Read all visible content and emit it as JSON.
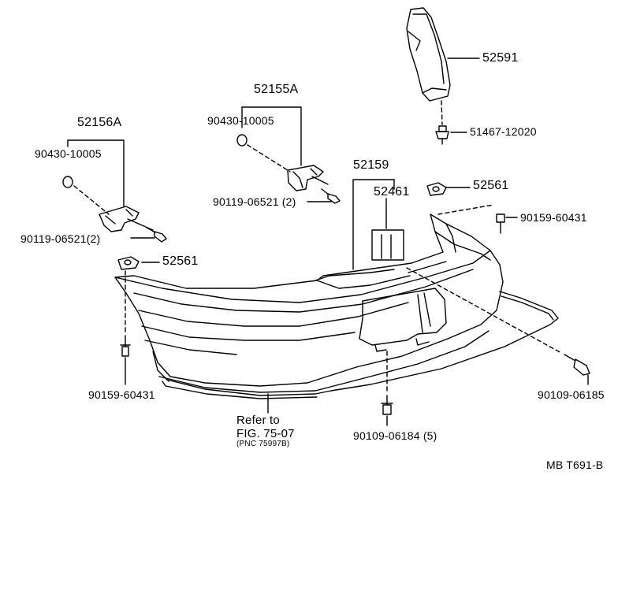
{
  "labels": {
    "p52591": "52591",
    "p51467": "51467-12020",
    "p52155A": "52155A",
    "p90430_a": "90430-10005",
    "p52156A": "52156A",
    "p90430_b": "90430-10005",
    "p52159": "52159",
    "p52461": "52461",
    "p52561_r": "52561",
    "p90119_a": "90119-06521 (2)",
    "p90159_r": "90159-60431",
    "p90119_b": "90119-06521(2)",
    "p52561_l": "52561",
    "p90159_l": "90159-60431",
    "p90109_r": "90109-06185",
    "refer_line1": "Refer to",
    "refer_line2": "FIG. 75-07",
    "refer_line3": "(PNC 75997B)",
    "p90109_b": "90109-06184 (5)",
    "figure_code": "MB T691-B"
  }
}
